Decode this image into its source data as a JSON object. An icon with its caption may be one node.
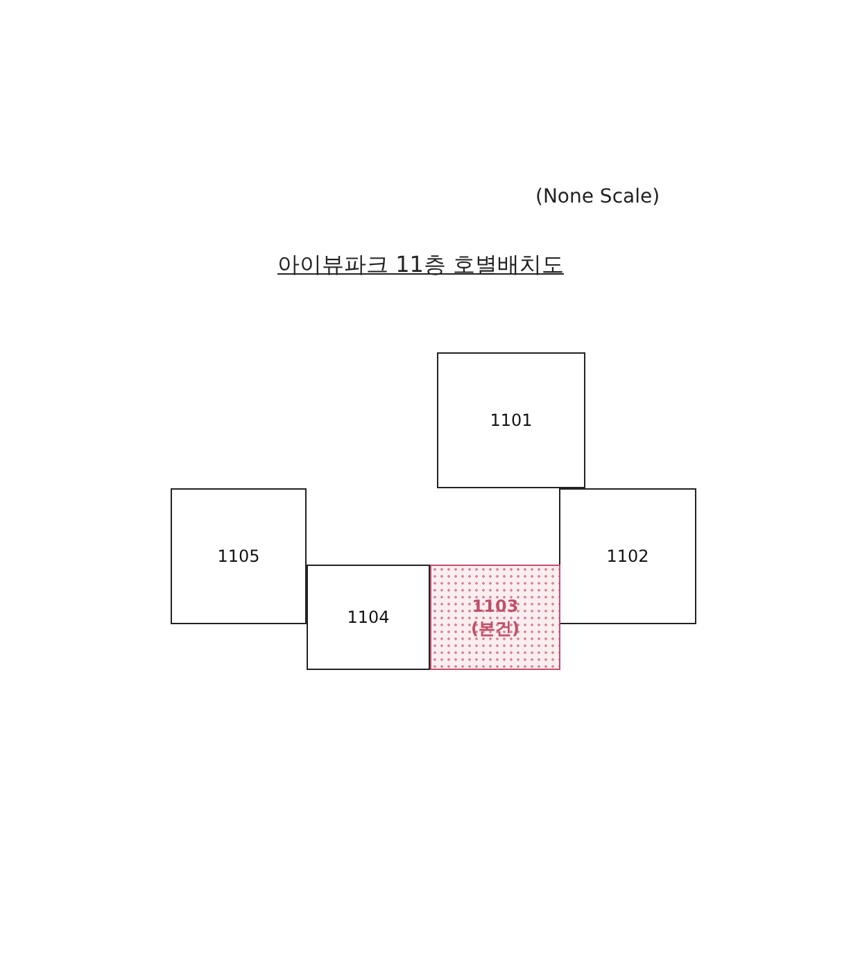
{
  "diagram": {
    "title": "아이뷰파크 11층 호별배치도",
    "nodes": [
      {
        "text": [
          "1101"
        ]
      },
      {
        "text": [
          "1105"
        ]
      },
      {
        "text": [
          "1102"
        ]
      },
      {
        "text": [
          "1104"
        ]
      },
      {
        "text": [
          "1103",
          "(본건)"
        ]
      }
    ],
    "labels": [
      "(None Scale)"
    ]
  }
}
